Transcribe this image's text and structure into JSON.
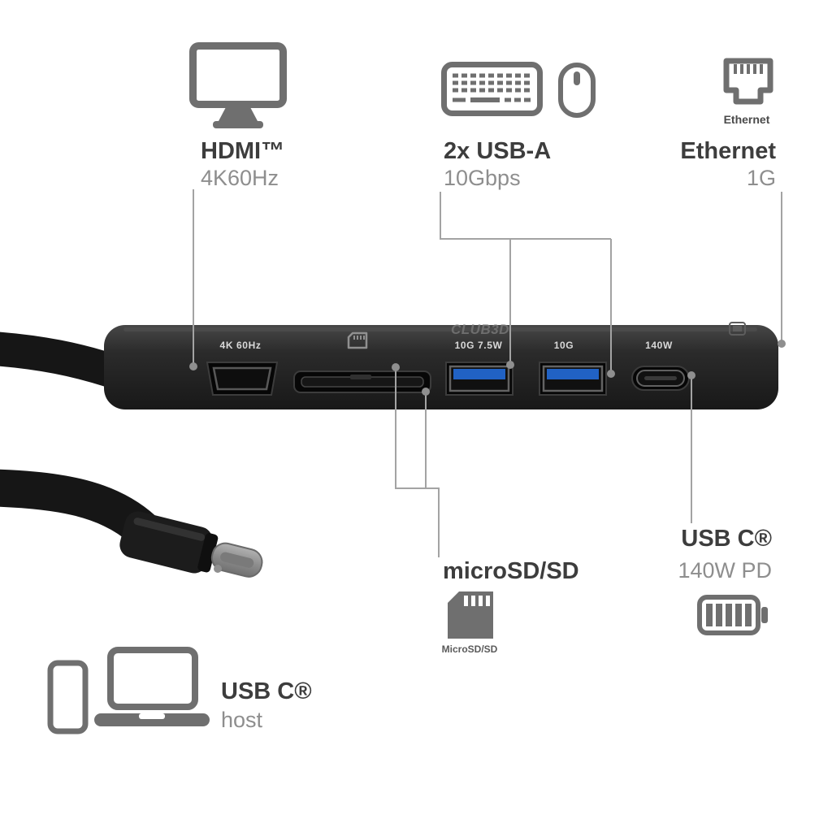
{
  "colors": {
    "background": "#ffffff",
    "icon_gray": "#6f6f6f",
    "heading_text": "#3d3d3d",
    "subtitle_text": "#8e8e8e",
    "callout_line": "#a3a3a3",
    "device_body": "#2b2b2b",
    "usb_port_blue": "#2162c4",
    "port_label_text": "#d9d9d9"
  },
  "callouts": {
    "hdmi": {
      "title": "HDMI™",
      "subtitle": "4K60Hz"
    },
    "usb_a": {
      "title": "2x USB-A",
      "subtitle": "10Gbps"
    },
    "ethernet": {
      "title": "Ethernet",
      "subtitle": "1G",
      "icon_caption": "Ethernet"
    },
    "card_reader": {
      "title": "microSD/SD",
      "icon_caption": "MicroSD/SD"
    },
    "usb_c_pd": {
      "title": "USB C®",
      "subtitle": "140W PD"
    },
    "usb_c_host": {
      "title": "USB C®",
      "subtitle": "host"
    }
  },
  "device": {
    "brand": "CLUB3D",
    "port_labels": {
      "hdmi": "4K 60Hz",
      "usb_a_1": "10G 7.5W",
      "usb_a_2": "10G",
      "usb_c": "140W"
    }
  }
}
